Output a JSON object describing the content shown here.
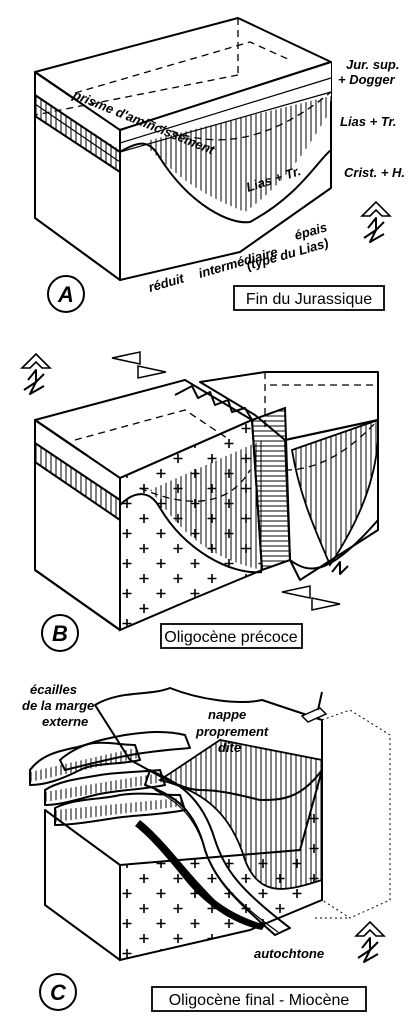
{
  "panel_a": {
    "letter": "A",
    "title": "Fin du Jurassique",
    "label_jur_sup": "Jur. sup.",
    "label_dogger": "+ Dogger",
    "label_lias_tr": "Lias + Tr.",
    "label_crist_h": "Crist. + H.",
    "label_prisme": "prisme d'amincissement",
    "label_lias_tr_inner": "Lias + Tr.",
    "label_reduit": "réduit",
    "label_intermediaire": "intermédiaire",
    "label_epais": "épais",
    "label_type_lias": "(type du Lias)"
  },
  "panel_b": {
    "letter": "B",
    "title": "Oligocène précoce"
  },
  "panel_c": {
    "letter": "C",
    "title": "Oligocène final - Miocène",
    "label_ecailles": "écailles",
    "label_marge": "de la marge",
    "label_externe": "externe",
    "label_nappe": "nappe",
    "label_proprement": "proprement",
    "label_dite": "dite",
    "label_autochtone": "autochtone"
  },
  "north_arrow_label": "N"
}
